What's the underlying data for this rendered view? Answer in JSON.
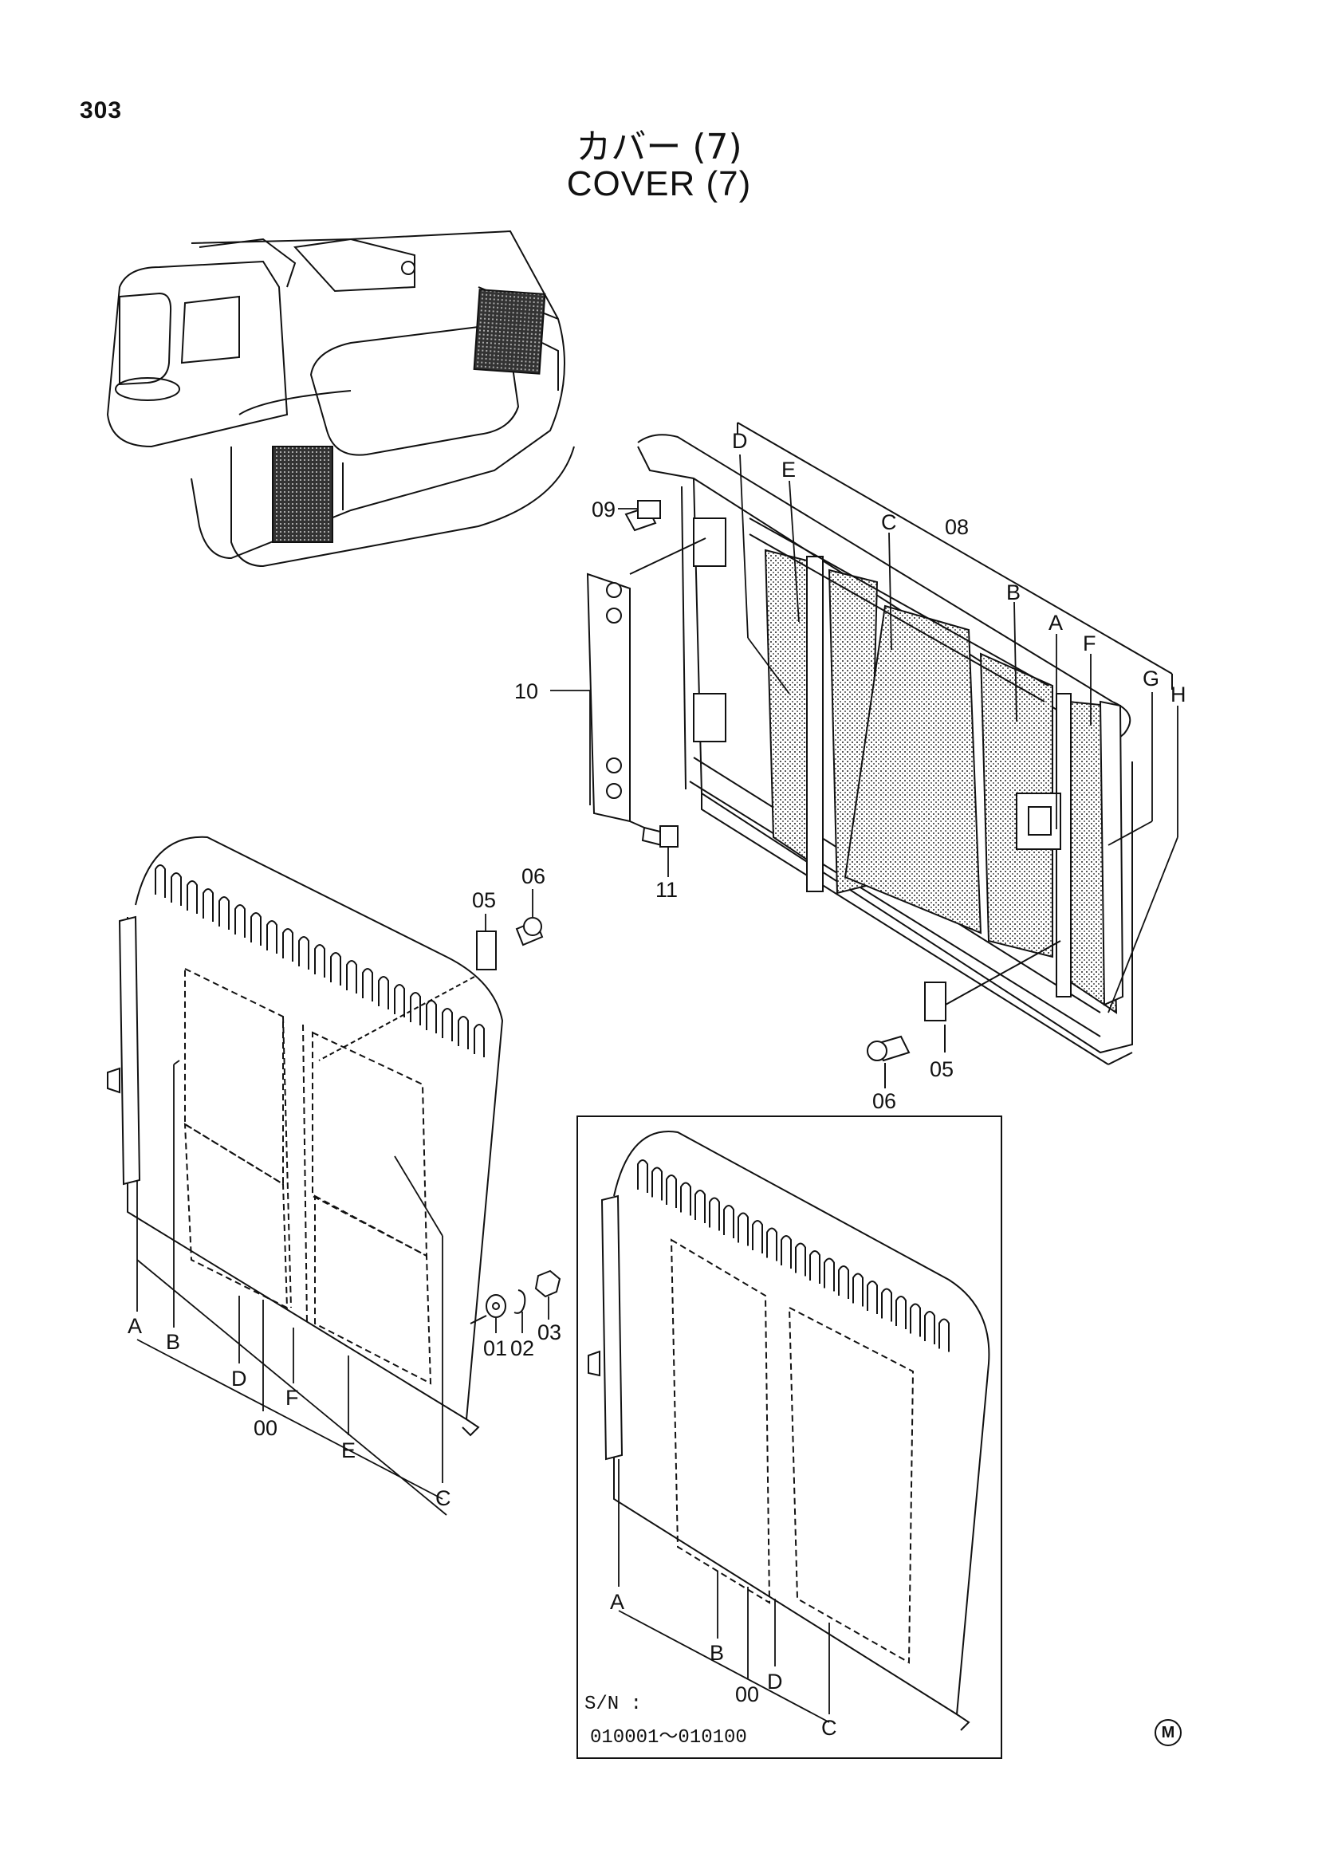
{
  "page_number": "303",
  "title_jp": "カバー (7)",
  "title_en": "COVER (7)",
  "maker_mark": "M",
  "upper_assembly": {
    "part_labels": [
      "09",
      "10",
      "11",
      "08"
    ],
    "letter_labels": [
      "D",
      "E",
      "C",
      "B",
      "A",
      "F",
      "G",
      "H"
    ]
  },
  "hardware": {
    "left_bracket": "05",
    "left_bolt": "06",
    "right_bracket": "05",
    "right_bolt": "06",
    "washer": "01",
    "lock_washer": "02",
    "nut": "03"
  },
  "lower_left_assembly": {
    "assembly_no": "00",
    "letter_labels": [
      "A",
      "B",
      "D",
      "F",
      "E",
      "C"
    ]
  },
  "inset": {
    "assembly_no": "00",
    "letter_labels": [
      "A",
      "B",
      "D",
      "C"
    ],
    "serial_label": "S/N :",
    "serial_range": "010001～010100"
  }
}
